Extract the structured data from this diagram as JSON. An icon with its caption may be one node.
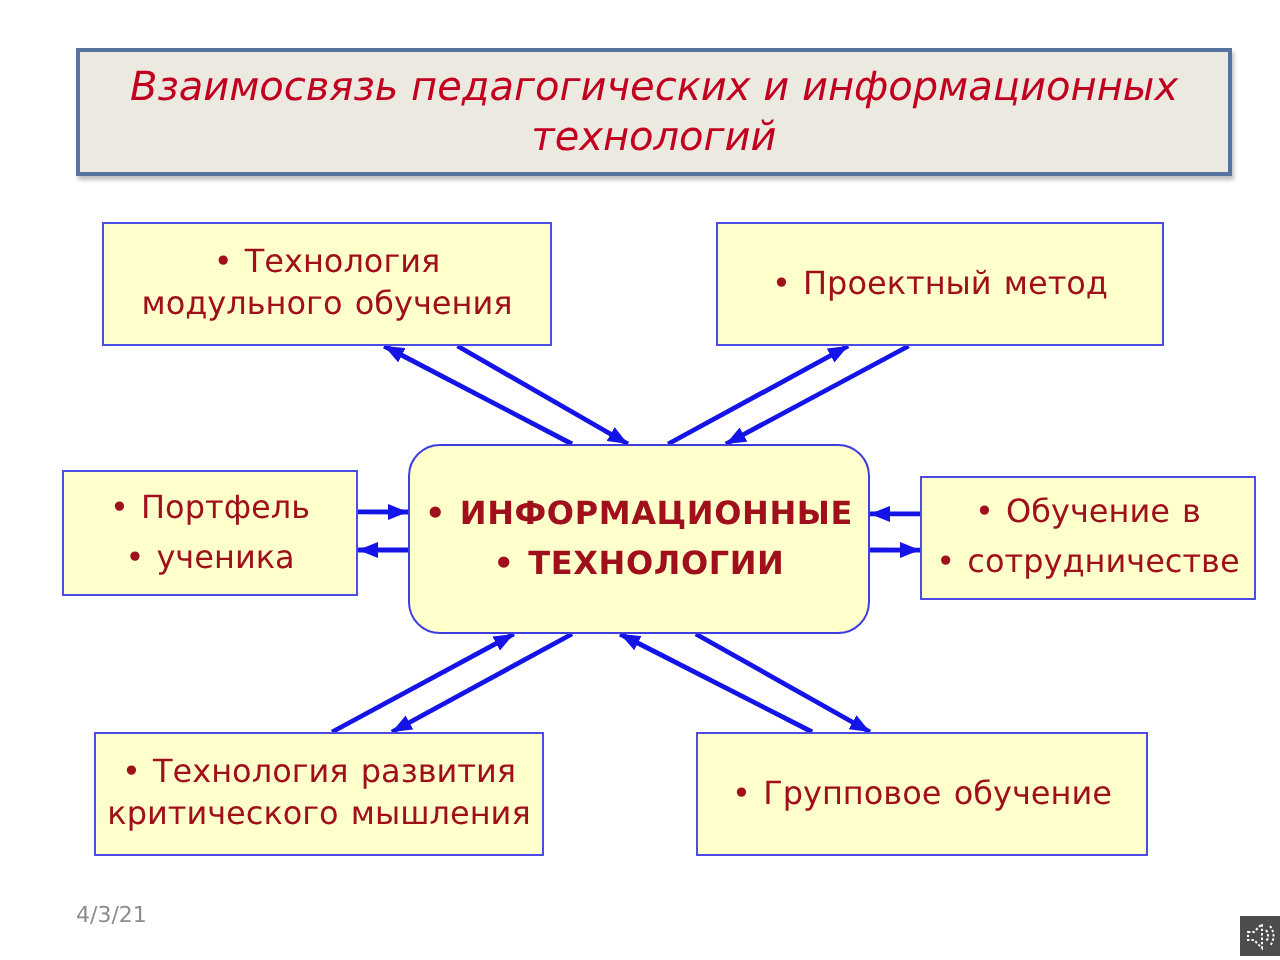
{
  "diagram": {
    "title": "Взаимосвязь педагогических и информационных технологий",
    "nodes": [
      {
        "text": [
          "• Технология модульного обучения"
        ]
      },
      {
        "text": [
          "• Проектный метод"
        ]
      },
      {
        "text": [
          "• Портфель",
          "• ученика"
        ]
      },
      {
        "text": [
          "• ИНФОРМАЦИОННЫЕ",
          "• ТЕХНОЛОГИИ"
        ]
      },
      {
        "text": [
          "• Обучение в",
          "• сотрудничестве"
        ]
      },
      {
        "text": [
          "• Технология развития критического мышления"
        ]
      },
      {
        "text": [
          "• Групповое обучение"
        ]
      }
    ],
    "edges": [
      {
        "from": 0,
        "to": 3,
        "arrow": "to"
      },
      {
        "from": 3,
        "to": 0,
        "arrow": "to"
      },
      {
        "from": 1,
        "to": 3,
        "arrow": "to"
      },
      {
        "from": 3,
        "to": 1,
        "arrow": "to"
      },
      {
        "from": 2,
        "to": 3,
        "arrow": "to"
      },
      {
        "from": 3,
        "to": 2,
        "arrow": "to"
      },
      {
        "from": 4,
        "to": 3,
        "arrow": "to"
      },
      {
        "from": 3,
        "to": 4,
        "arrow": "to"
      },
      {
        "from": 5,
        "to": 3,
        "arrow": "to"
      },
      {
        "from": 3,
        "to": 5,
        "arrow": "to"
      },
      {
        "from": 6,
        "to": 3,
        "arrow": "to"
      },
      {
        "from": 3,
        "to": 6,
        "arrow": "to"
      }
    ],
    "labels": [
      "4/3/21"
    ]
  }
}
